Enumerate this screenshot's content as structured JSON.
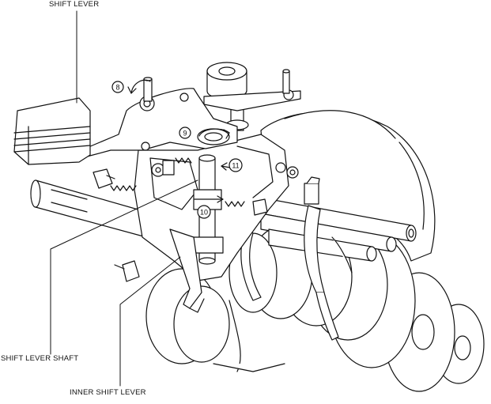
{
  "labels": {
    "shift_lever": "SHIFT LEVER",
    "shift_lever_shaft": "SHIFT LEVER SHAFT",
    "inner_shift_lever": "INNER SHIFT LEVER"
  },
  "callouts": {
    "c8": "8",
    "c9": "9",
    "c10": "10",
    "c11": "11"
  }
}
